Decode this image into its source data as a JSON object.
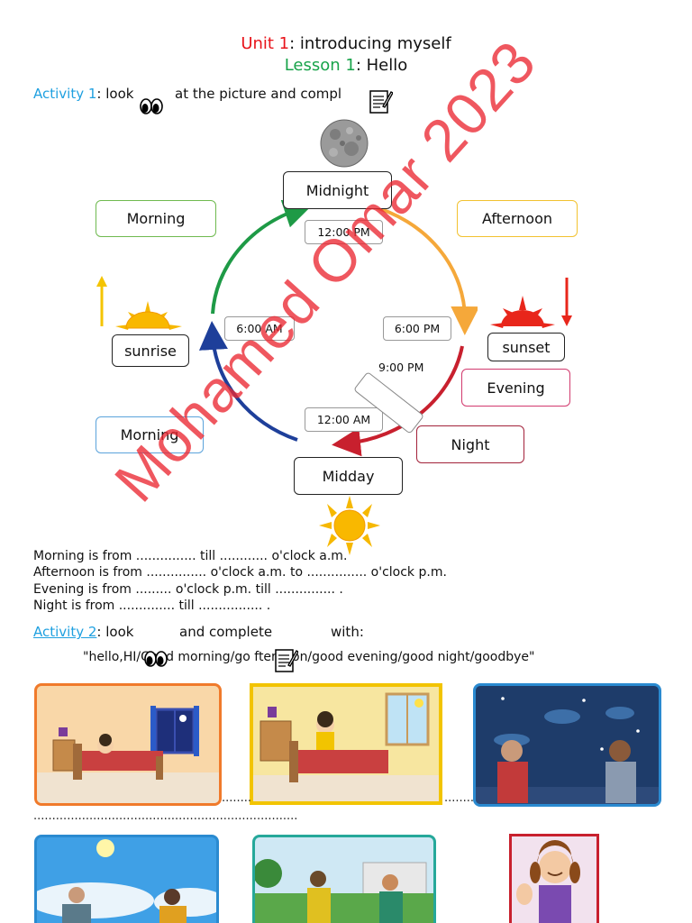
{
  "header": {
    "unit_label": "Unit 1",
    "unit_text": ": introducing myself",
    "lesson_label": "Lesson 1",
    "lesson_text": ": Hello"
  },
  "activity1": {
    "label": "Activity 1",
    "text_a": ": look",
    "text_b": "at the picture and compl"
  },
  "clock": {
    "labels": {
      "midnight": "Midnight",
      "morning_top": "Morning",
      "afternoon": "Afternoon",
      "sunrise": "sunrise",
      "sunset": "sunset",
      "evening": "Evening",
      "morning_bottom": "Morning",
      "night": "Night",
      "midday": "Midday"
    },
    "times": {
      "top": "12:00 PM",
      "left": "6:00 AM",
      "right": "6:00 PM",
      "nine": "9:00 PM",
      "bottom": "12:00 AM"
    }
  },
  "sentences": [
    "Morning is from ............... till ............ o'clock a.m.",
    "Afternoon is from ............... o'clock a.m. to ............... o'clock p.m.",
    "Evening is from ......... o'clock p.m. till ............... .",
    "Night is from .............. till ................ ."
  ],
  "activity2": {
    "label": "Activity 2",
    "text_a": ": look",
    "text_b": "and complete",
    "text_c": "with:",
    "words": "\"hello,HI/Good morning/go     fternoon/good evening/good night/goodbye\""
  },
  "answer_lines": {
    "line1": "..................................................................",
    "line2": ".................................................................................",
    "line3": ".................................................................................."
  },
  "watermark": "Mohamed Omar 2023",
  "colors": {
    "unit": "#e8141b",
    "lesson": "#18a34a",
    "activity": "#1fa0e0",
    "arc_green": "#1e9a46",
    "arc_orange": "#f5a83a",
    "arc_red": "#c8202e",
    "arc_blue": "#1e3f9a"
  }
}
